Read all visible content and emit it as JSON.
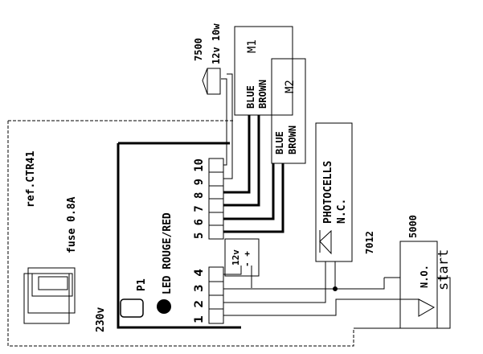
{
  "title": "ref.CTR41",
  "fuse": "fuse 0.8A",
  "supply": "230v",
  "p1": "P1",
  "led": "LED ROUGE/RED",
  "terminals_a": "1 2 3 4",
  "terminals_b": "5 6 7 8 9 10",
  "lamp_ref": "7500",
  "lamp_voltage": "12v 10w",
  "motor1": {
    "name": "M1",
    "blue": "BLUE",
    "brown": "BROWN"
  },
  "motor2": {
    "name": "M2",
    "blue": "BLUE",
    "brown": "BROWN"
  },
  "photocells": {
    "name": "PHOTOCELLS",
    "nc": "N.C.",
    "ref": "7012"
  },
  "aux_12v": "12v",
  "aux_polarity": "- +",
  "start": {
    "ref": "5000",
    "no": "N.O.",
    "label": "start"
  }
}
